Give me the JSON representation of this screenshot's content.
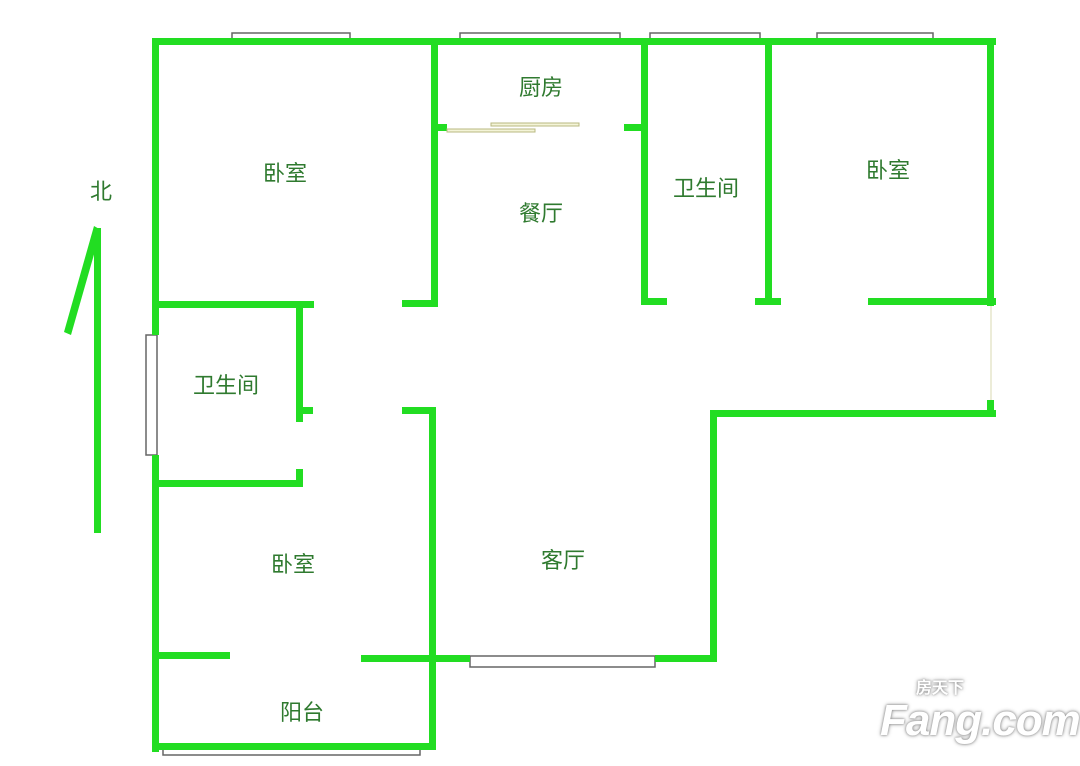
{
  "rooms": {
    "bedroom_nw": "卧室",
    "kitchen": "厨房",
    "dining": "餐厅",
    "bathroom_n": "卫生间",
    "bedroom_ne": "卧室",
    "bathroom_w": "卫生间",
    "bedroom_sw": "卧室",
    "living": "客厅",
    "balcony": "阳台"
  },
  "compass": {
    "north_label": "北"
  },
  "watermark": {
    "brand": "Fang.com",
    "cn": "房天下"
  },
  "colors": {
    "wall": "#22dd22",
    "window": "#666666",
    "door": "#c8c890",
    "text": "#2f7a2f"
  }
}
